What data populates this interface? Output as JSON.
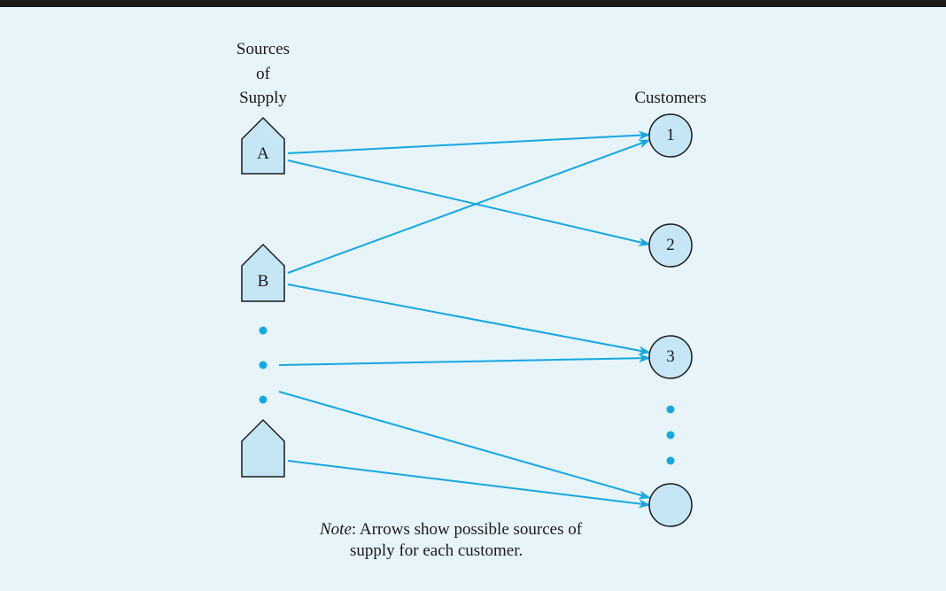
{
  "sources_label": [
    "Sources",
    "of",
    "Supply"
  ],
  "customers_label": "Customers",
  "sources": [
    {
      "label": "A"
    },
    {
      "label": "B"
    },
    {
      "label": ""
    }
  ],
  "customers": [
    {
      "label": "1"
    },
    {
      "label": "2"
    },
    {
      "label": "3"
    },
    {
      "label": ""
    }
  ],
  "note": {
    "prefix": "Note",
    "line1": ": Arrows show possible sources of",
    "line2": "supply for each customer."
  },
  "colors": {
    "background": "#e7f4fa",
    "node_fill": "#c6e6f6",
    "arrow": "#17a7e0",
    "stroke": "#1a1a1a"
  }
}
